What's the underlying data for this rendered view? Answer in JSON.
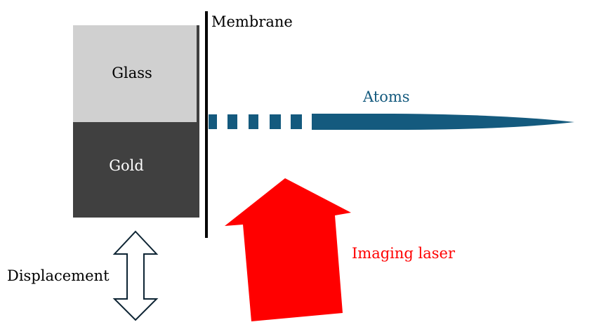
{
  "labels": {
    "glass": "Glass",
    "gold": "Gold",
    "membrane": "Membrane",
    "atoms": "Atoms",
    "imaging_laser": "Imaging laser",
    "displacement": "Displacement"
  },
  "colors": {
    "glass": "#d0d0d0",
    "gold": "#404040",
    "membrane": "#000000",
    "atoms": "#145a7e",
    "laser": "#ff0000",
    "arrow_outline": "#0d2433",
    "text_dark": "#000000",
    "text_light": "#ffffff"
  }
}
